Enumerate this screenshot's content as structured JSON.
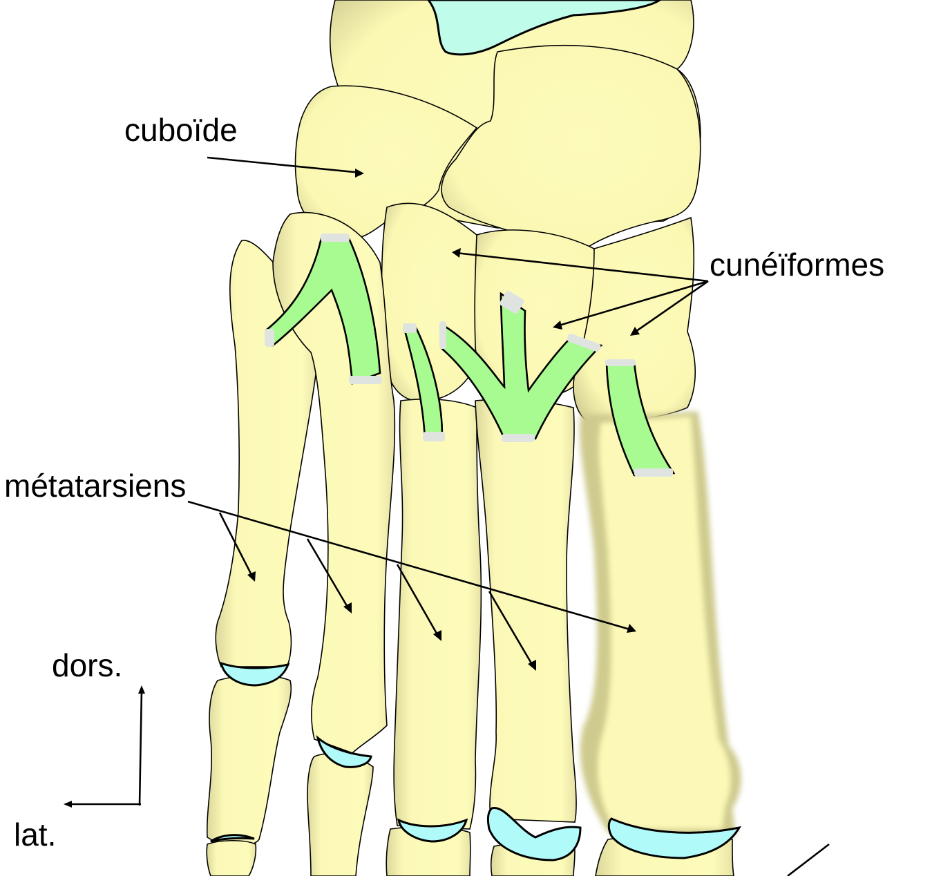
{
  "diagram": {
    "subject": "Bones of the foot, dorsal view (tarsus and metatarsus)",
    "colors": {
      "bone": "#fdfbba",
      "bone_shadow": "#d8d49a",
      "cartilage": "#b0fafa",
      "talus_cartilage": "#bffcea",
      "ligament": "#a8fb90",
      "ligament_fray": "#e0e4e0",
      "outline": "#000000",
      "background": "#ffffff"
    }
  },
  "labels": {
    "cuboid": "cuboïde",
    "cuneiforms": "cunéïformes",
    "metatarsals": "métatarsiens",
    "dorsal": "dors.",
    "lateral": "lat."
  },
  "orientation": {
    "up": "dors.",
    "left": "lat."
  },
  "annotations": [
    {
      "label": "cuboïde",
      "targets": 1
    },
    {
      "label": "cunéïformes",
      "targets": 3
    },
    {
      "label": "métatarsiens",
      "targets": 5
    }
  ]
}
